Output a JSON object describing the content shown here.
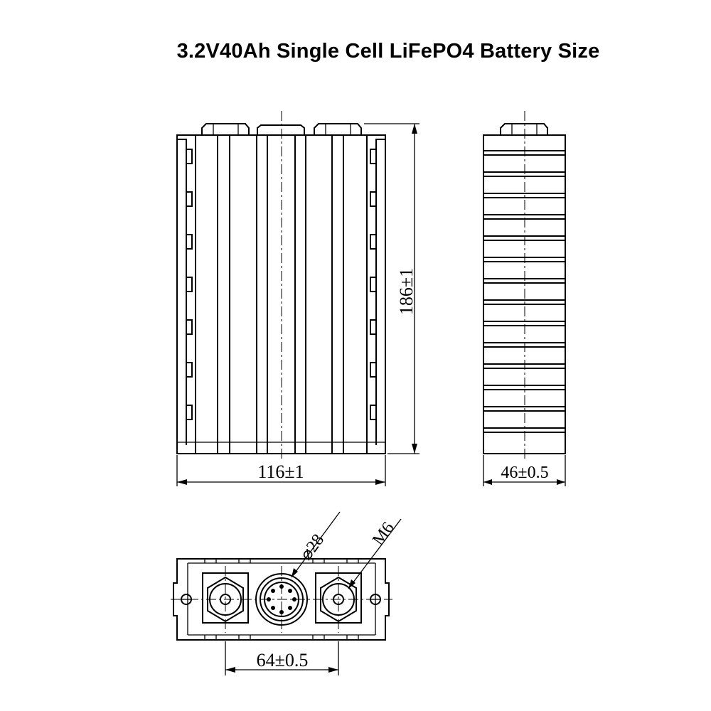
{
  "title": "3.2V40Ah Single Cell LiFePO4 Battery Size",
  "dimensions": {
    "width": "116±1",
    "height": "186±1",
    "thickness": "46±0.5",
    "terminal_spacing": "64±0.5",
    "vent_diameter": "⌀28",
    "thread": "M6"
  }
}
